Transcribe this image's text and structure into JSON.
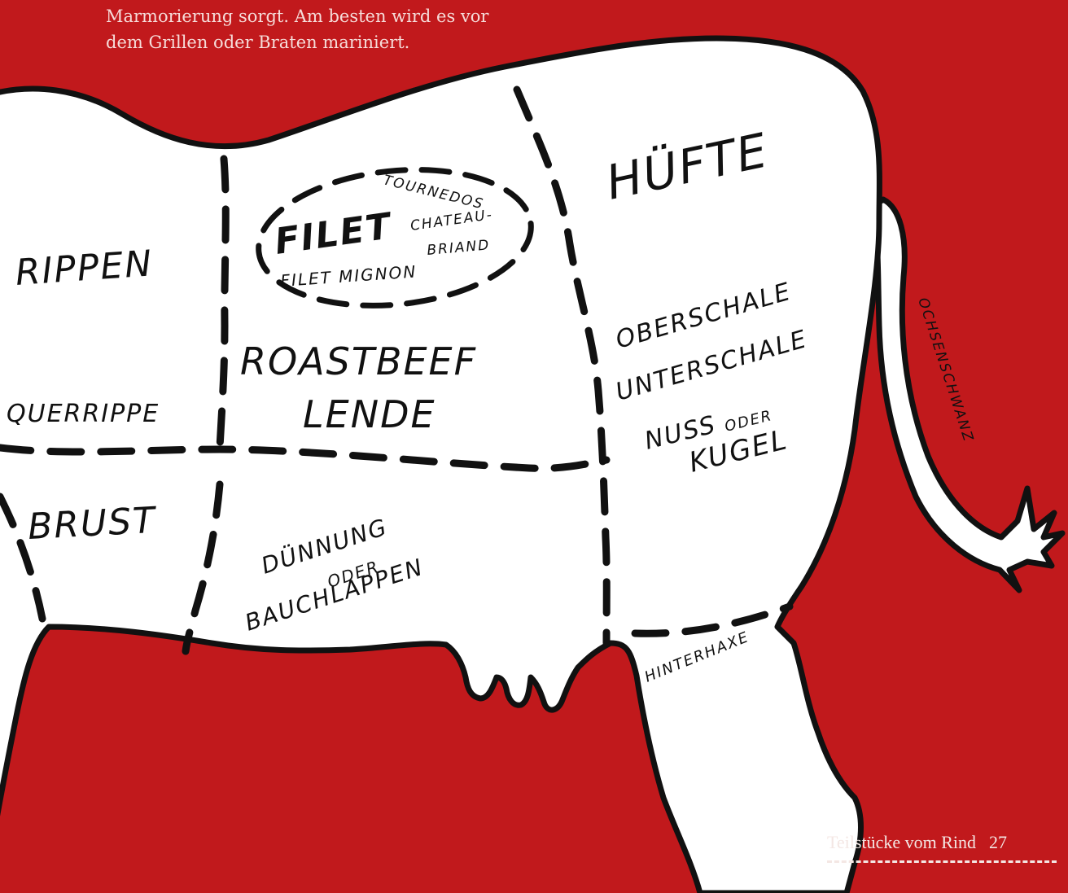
{
  "intro": {
    "line1": "Marmorierung sorgt. Am besten wird es vor",
    "line2": "dem Grillen oder Braten mariniert."
  },
  "cuts": {
    "rippen": "RIPPEN",
    "querrippe": "QUERRIPPE",
    "brust": "BRUST",
    "filet": "FILET",
    "tournedos": "TOURNEDOS",
    "chateau_1": "CHATEAU-",
    "chateau_2": "BRIAND",
    "filet_mignon": "FILET MIGNON",
    "roastbeef": "ROASTBEEF",
    "lende": "LENDE",
    "duennung_1": "DÜNNUNG",
    "duennung_2": "ODER",
    "duennung_3": "BAUCHLAPPEN",
    "huefte": "HÜFTE",
    "oberschale": "OBERSCHALE",
    "unterschale": "UNTERSCHALE",
    "nuss_1": "NUSS",
    "nuss_oder": "ODER",
    "nuss_2": "KUGEL",
    "ochsenschwanz": "OCHSENSCHWANZ",
    "hinterhaxe": "HINTERHAXE"
  },
  "footer": {
    "title": "Teilstücke vom Rind",
    "page_number": "27"
  },
  "colors": {
    "background": "#c1191c",
    "cow_fill": "#ffffff",
    "outline": "#111111"
  }
}
